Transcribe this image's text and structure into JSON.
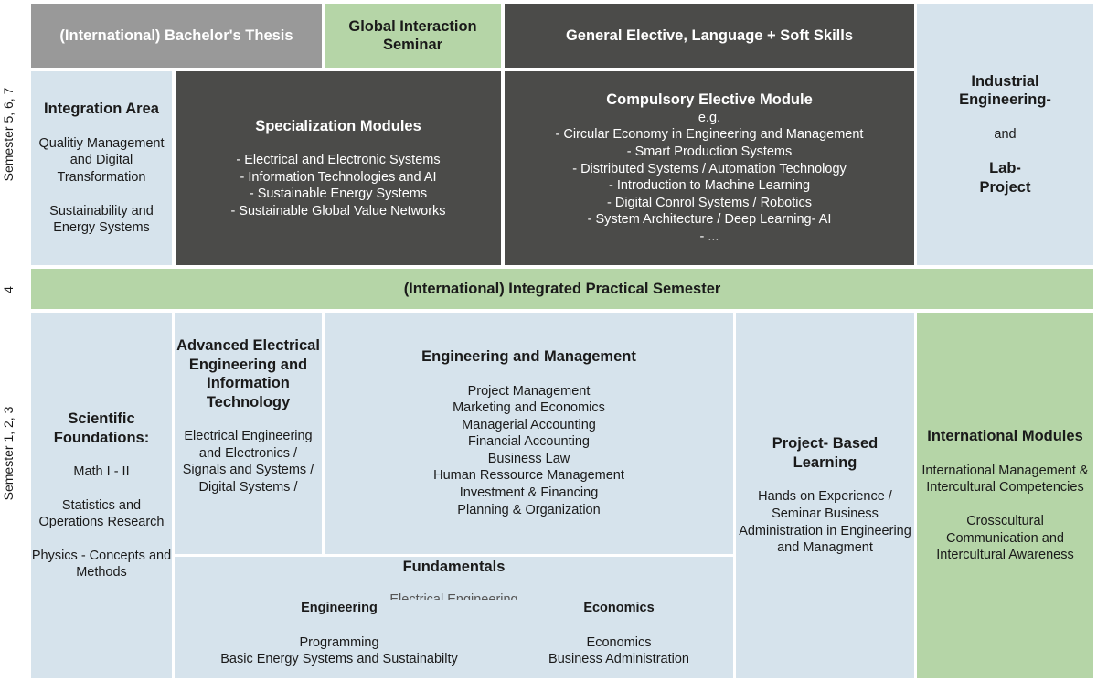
{
  "semester_labels": {
    "upper": "Semester 5, 6, 7",
    "middle": "4",
    "lower": "Semester 1, 2, 3"
  },
  "thesis": {
    "title": "(International) Bachelor's Thesis"
  },
  "global_seminar": {
    "title": "Global Interaction Seminar"
  },
  "general_elective": {
    "title": "General Elective, Language + Soft Skills"
  },
  "industrial": {
    "title": "Industrial Engineering-",
    "and": "and",
    "title2": "Lab-Project"
  },
  "integration_area": {
    "title": "Integration Area",
    "items": [
      "Qualitiy Management and Digital Transformation",
      "Sustainability and Energy Systems"
    ]
  },
  "specialization": {
    "title": "Specialization Modules",
    "items": [
      "- Electrical and Electronic Systems",
      "- Information Technologies and AI",
      "- Sustainable Energy Systems",
      "- Sustainable Global Value Networks"
    ]
  },
  "compulsory_elective": {
    "title": "Compulsory Elective Module",
    "intro": "e.g.",
    "items": [
      "- Circular Economy in Engineering and Management",
      "- Smart Production Systems",
      "- Distributed Systems / Automation Technology",
      "- Introduction to Machine Learning",
      "- Digital Conrol Systems / Robotics",
      "- System Architecture / Deep Learning- AI",
      "- ..."
    ]
  },
  "practical_semester": {
    "title": "(International) Integrated Practical Semester"
  },
  "scientific": {
    "title": "Scientific Foundations:",
    "items": [
      "Math I - II",
      "Statistics and Operations Research",
      "Physics - Concepts and Methods"
    ]
  },
  "advanced_ee": {
    "title": "Advanced Electrical Engineering and Information Technology",
    "text": "Electrical Engineering and Electronics / Signals and Systems / Digital Systems /"
  },
  "eng_mgmt": {
    "title": "Engineering and Management",
    "items": [
      "Project Management",
      "Marketing and Economics",
      "Managerial Accounting",
      "Financial Accounting",
      "Business Law",
      "Human Ressource Management",
      "Investment & Financing",
      "Planning & Organization"
    ]
  },
  "project_based": {
    "title": "Project- Based Learning",
    "text": "Hands on Experience / Seminar Business Administration in Engineering and Managment"
  },
  "international": {
    "title": "International Modules",
    "items": [
      "International Management & Intercultural Competencies",
      "Crosscultural Communication and Intercultural Awareness"
    ]
  },
  "fundamentals": {
    "title": "Fundamentals",
    "hidden_text": "Electrical Engineering",
    "engineering": {
      "title": "Engineering",
      "items": [
        "Programming",
        "Basic Energy Systems and Sustainabilty"
      ]
    },
    "economics": {
      "title": "Economics",
      "items": [
        "Economics",
        "Business Administration"
      ]
    }
  }
}
